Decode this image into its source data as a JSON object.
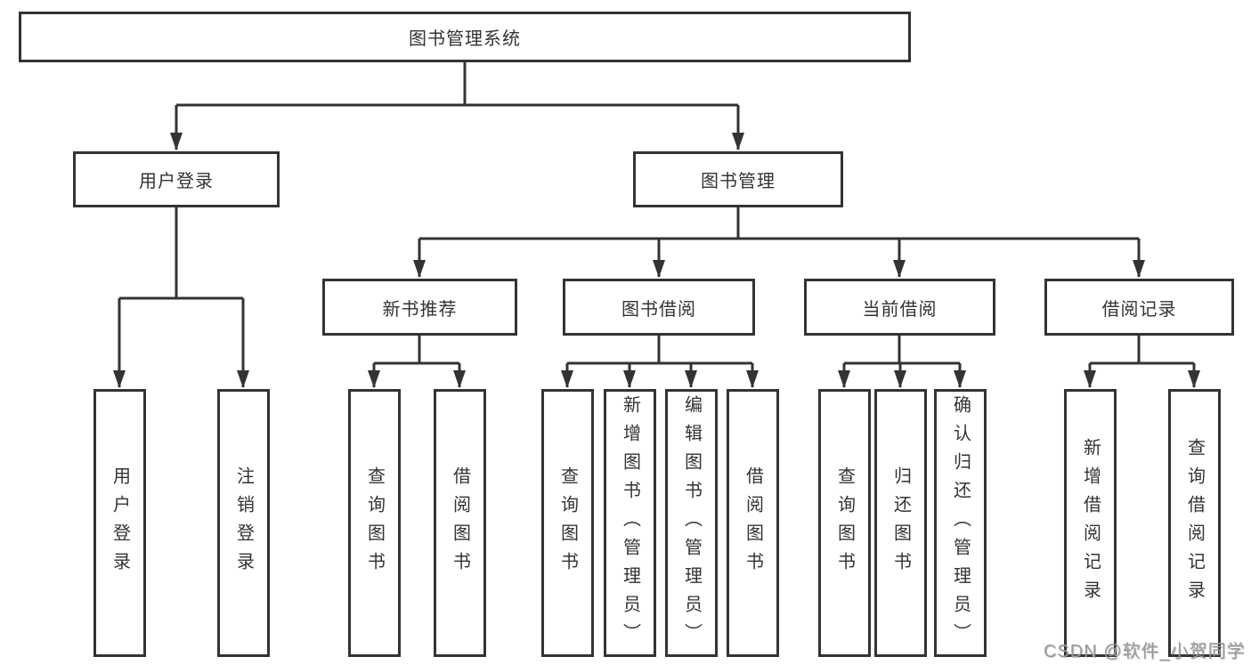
{
  "tree": {
    "label": "图书管理系统",
    "children": [
      {
        "label": "用户登录",
        "children": [
          {
            "label": "用户登录"
          },
          {
            "label": "注销登录"
          }
        ]
      },
      {
        "label": "图书管理",
        "children": [
          {
            "label": "新书推荐",
            "children": [
              {
                "label": "查询图书"
              },
              {
                "label": "借阅图书"
              }
            ]
          },
          {
            "label": "图书借阅",
            "children": [
              {
                "label": "查询图书"
              },
              {
                "label": "新增图书（管理员）"
              },
              {
                "label": "编辑图书（管理员）"
              },
              {
                "label": "借阅图书"
              }
            ]
          },
          {
            "label": "当前借阅",
            "children": [
              {
                "label": "查询图书"
              },
              {
                "label": "归还图书"
              },
              {
                "label": "确认归还（管理员）"
              }
            ]
          },
          {
            "label": "借阅记录",
            "children": [
              {
                "label": "新增借阅记录"
              },
              {
                "label": "查询借阅记录"
              }
            ]
          }
        ]
      }
    ]
  },
  "watermark": {
    "text": "CSDN @软件_小贺同学"
  },
  "colors": {
    "line": "#333333",
    "box_border": "#333333",
    "box_fill": "#ffffff",
    "text": "#333333",
    "watermark": "#9a9a9a"
  }
}
